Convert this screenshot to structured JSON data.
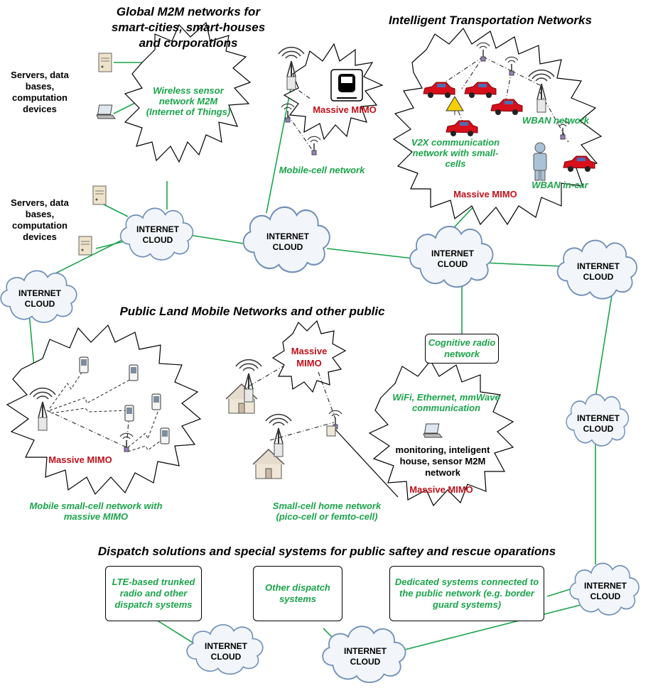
{
  "headings": {
    "m2m": "Global M2M networks for smart-cities, smart-houses and corporations",
    "its": "Intelligent Transportation Networks",
    "plmn": "Public Land Mobile Networks and other public",
    "dispatch": "Dispatch solutions and special systems for public saftey and rescue oparations"
  },
  "labels": {
    "servers_top": "Servers, data bases, computation devices",
    "servers_mid": "Servers, data bases, computation devices",
    "wsn": "Wireless sensor network M2M (Internet of Things)",
    "mobile_cell": "Mobile-cell network",
    "v2x": "V2X communication network with small-cells",
    "wban": "WBAN network",
    "wban_car": "WBAN in-car",
    "cognitive": "Cognitive radio network",
    "mobile_small_cell": "Mobile small-cell network with massive MIMO",
    "small_cell_home": "Small-cell home network (pico-cell or femto-cell)",
    "wifi": "WiFi, Ethernet, mmWave communication",
    "monitoring": "monitoring, inteligent house, sensor M2M network",
    "lte_box": "LTE-based trunked radio and other dispatch systems",
    "other_box": "Other dispatch systems",
    "dedicated_box": "Dedicated systems connected to the public network (e.g. border guard systems)"
  },
  "massive_mimo": "Massive MIMO",
  "massive_mimo_split": [
    "Massive",
    "MIMO"
  ],
  "cloud_text": [
    "INTERNET",
    "CLOUD"
  ],
  "colors": {
    "green": "#1aa44a",
    "red": "#c0101a",
    "cloud_fill": "#f2f6fb",
    "cloud_stroke": "#6f8fb8",
    "link": "#1aa44a",
    "car": "#d8101c"
  }
}
